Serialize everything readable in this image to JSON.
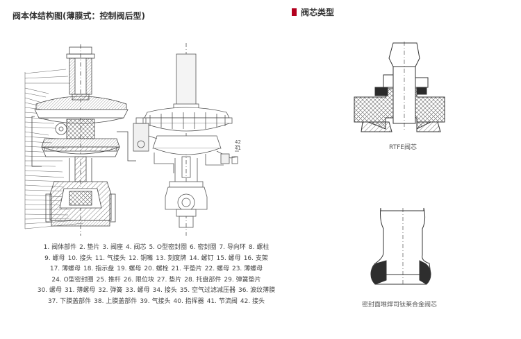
{
  "left_title": "阀本体结构图(薄膜式：控制阀后型)",
  "right_title": "阀芯类型",
  "accent_color": "#b3001e",
  "callouts": {
    "n42": "42",
    "n41": "41"
  },
  "legend_rows": [
    [
      "1. 阀体部件",
      "2. 垫片",
      "3. 阀座",
      "4. 阀芯",
      "5. O型密封圈",
      "6. 密封圈",
      "7. 导向环",
      "8. 螺柱"
    ],
    [
      "9. 螺母",
      "10. 接头",
      "11. 气接头",
      "12. 铜嘴",
      "13. 刻度牌",
      "14. 螺钉",
      "15. 螺母",
      "16. 支架"
    ],
    [
      "17. 薄螺母",
      "18. 指示盘",
      "19. 螺母",
      "20. 螺栓",
      "21. 平垫片",
      "22. 螺母",
      "23. 薄螺母"
    ],
    [
      "24. O型密封圈",
      "25. 推杆",
      "26. 限位块",
      "27. 垫片",
      "28. 托盘部件",
      "29. 弹簧垫片"
    ],
    [
      "30. 螺母",
      "31. 薄螺母",
      "32. 弹簧",
      "33. 螺母",
      "34. 接头",
      "35. 空气过滤减压器",
      "36. 波纹薄膜"
    ],
    [
      "37. 下膜盖部件",
      "38. 上膜盖部件",
      "39. 气接头",
      "40. 指挥器",
      "41. 节流阀",
      "42. 接头"
    ]
  ],
  "core_captions": {
    "rtfe": "RTFE阀芯",
    "hardfaced": "密封面堆焊司钛莱合金阀芯"
  }
}
